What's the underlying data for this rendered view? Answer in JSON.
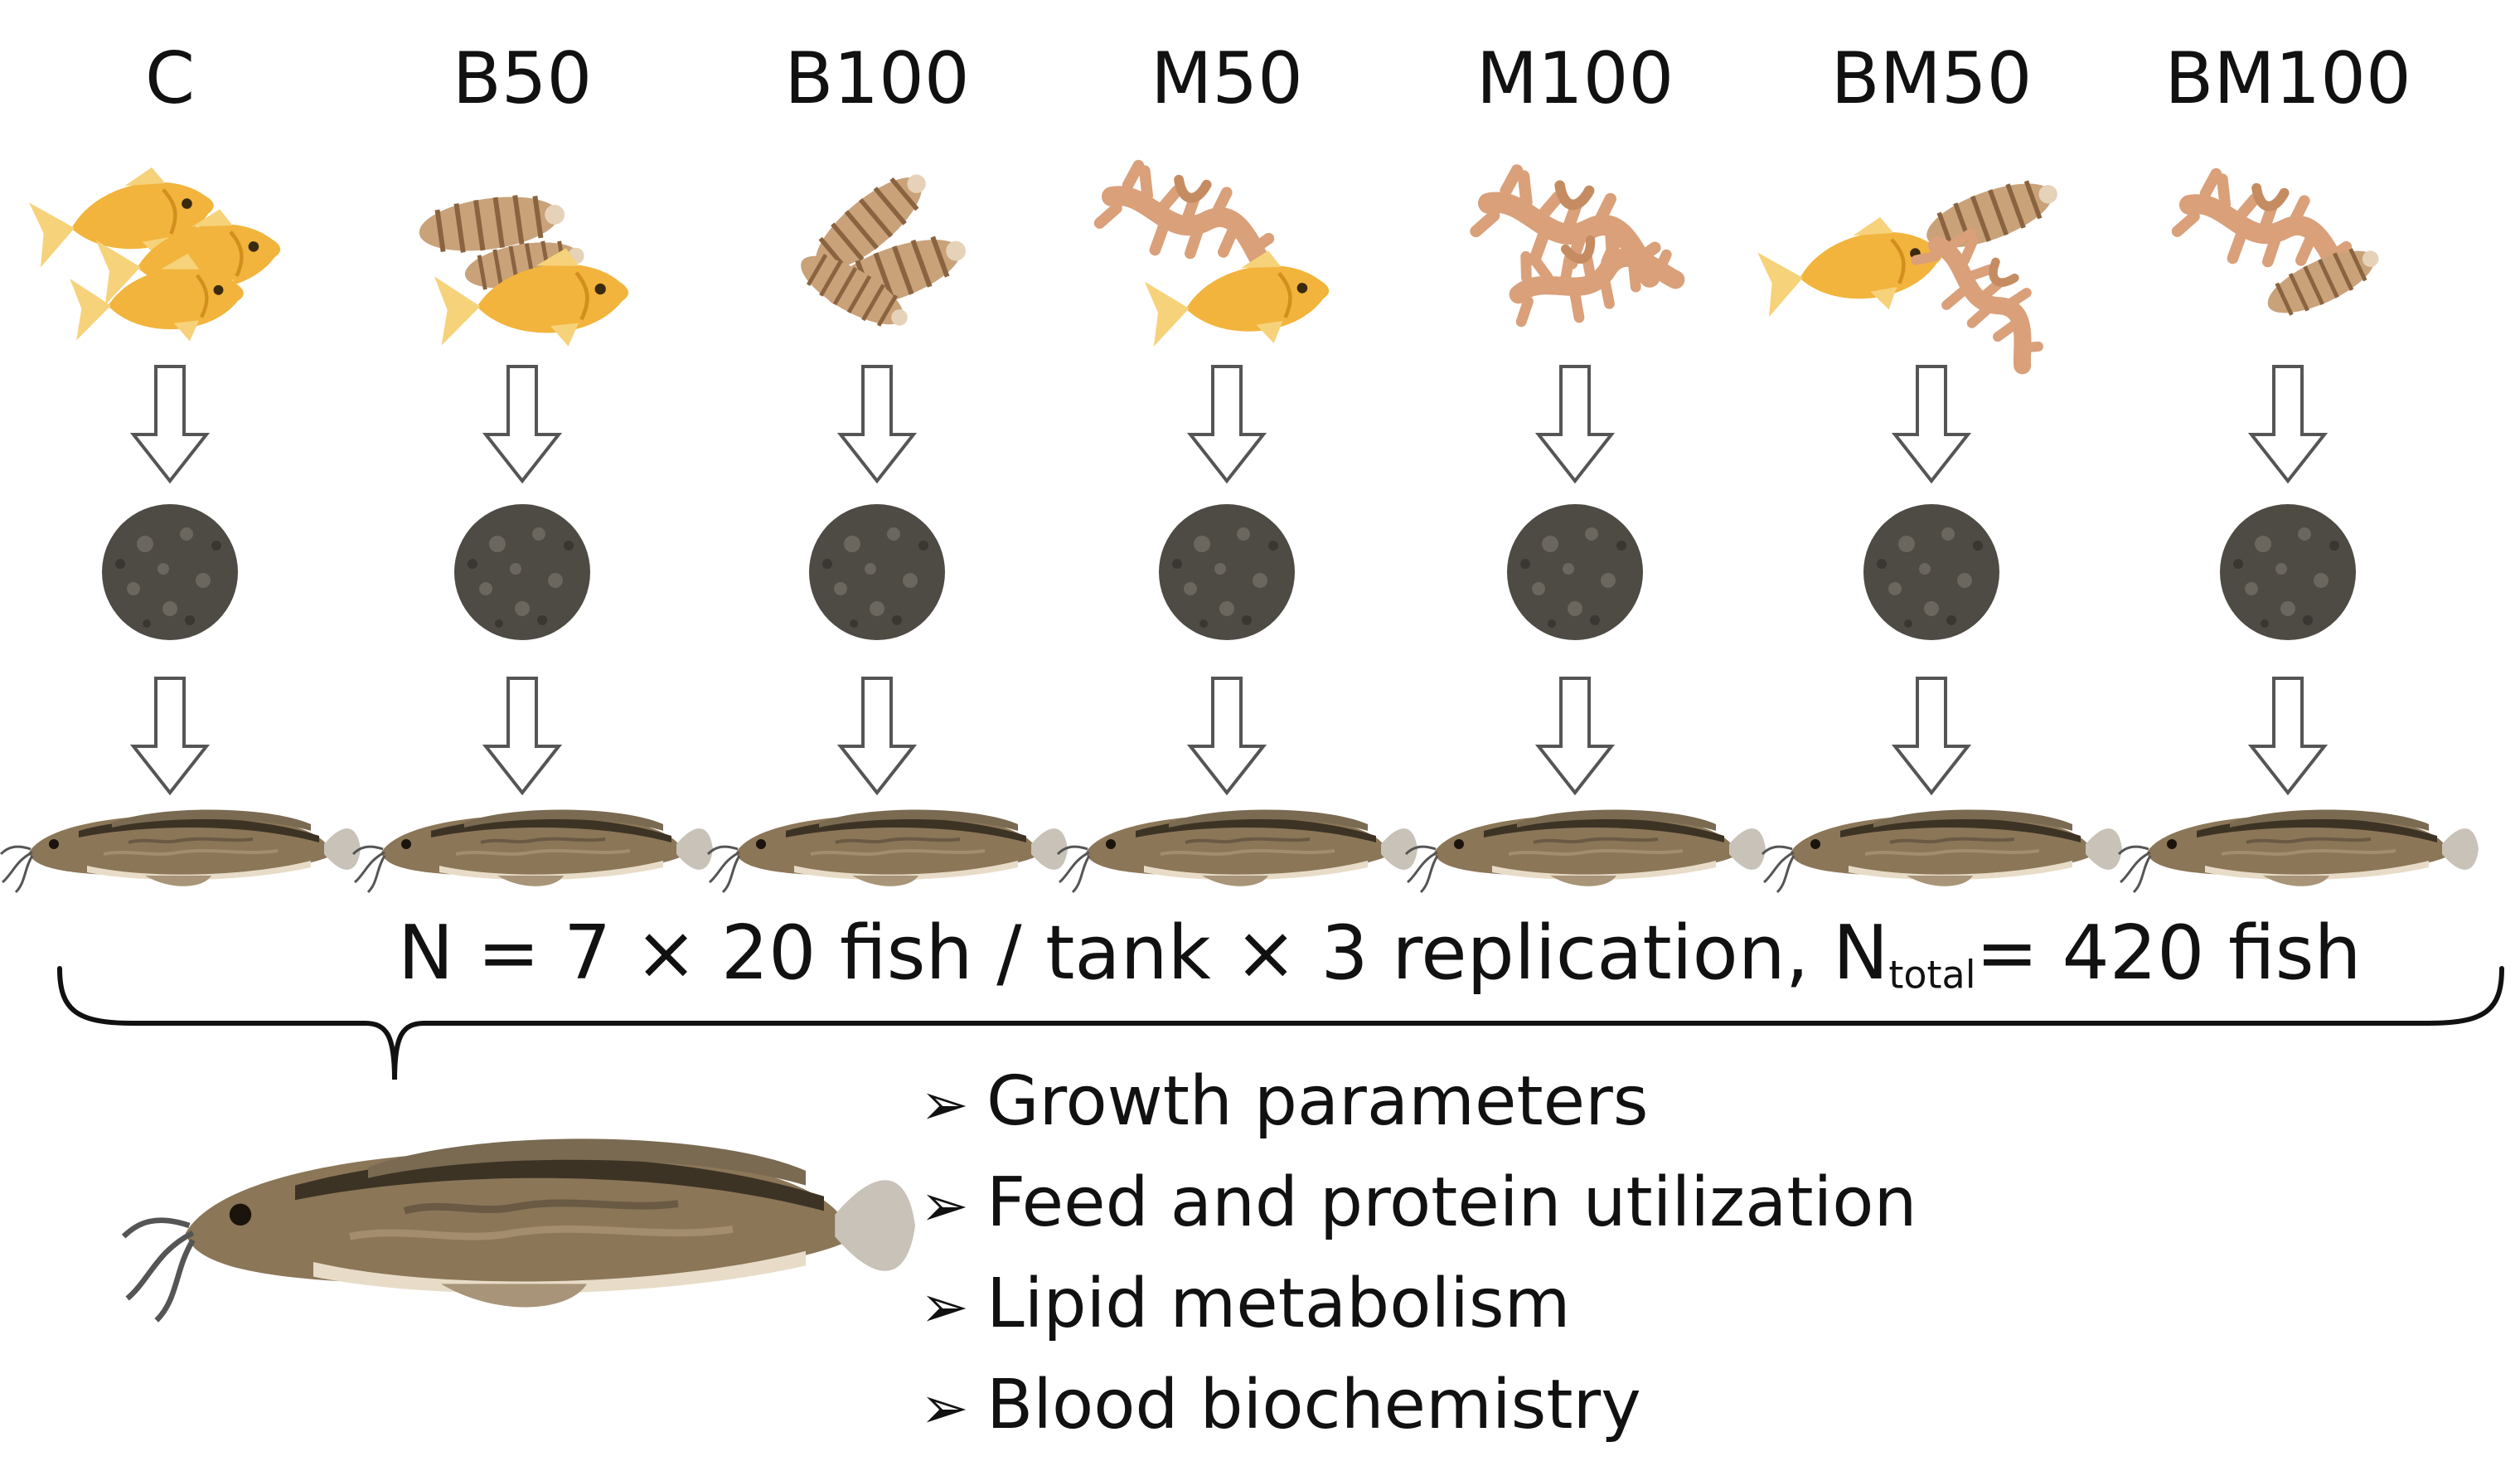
{
  "groups": [
    {
      "label": "C",
      "ingredients": [
        "fish",
        "fish",
        "fish"
      ]
    },
    {
      "label": "B50",
      "ingredients": [
        "larvae",
        "fish"
      ]
    },
    {
      "label": "B100",
      "ingredients": [
        "larvae"
      ]
    },
    {
      "label": "M50",
      "ingredients": [
        "mealworm",
        "fish"
      ]
    },
    {
      "label": "M100",
      "ingredients": [
        "mealworm"
      ]
    },
    {
      "label": "BM50",
      "ingredients": [
        "fish",
        "larvae",
        "mealworm"
      ]
    },
    {
      "label": "BM100",
      "ingredients": [
        "mealworm",
        "larvae"
      ]
    }
  ],
  "summary": {
    "formula_prefix": "N = 7 × 20 fish / tank × 3 replication, N",
    "formula_sub": "total",
    "formula_suffix": "= 420 fish"
  },
  "analyses": [
    "Growth parameters",
    "Feed and protein utilization",
    "Lipid metabolism",
    "Blood biochemistry"
  ],
  "colors": {
    "fish_body": "#f2b43c",
    "fish_fin": "#f6d27a",
    "larva": "#c9a27a",
    "larva_stripe": "#8a6440",
    "mealworm": "#d9a07a",
    "pellet": "#4e4a44",
    "catfish_body": "#8b7658",
    "catfish_back": "#3d3325",
    "catfish_belly": "#e8dcc8",
    "catfish_tail": "#c8c2b8",
    "arrow_stroke": "#555555"
  }
}
